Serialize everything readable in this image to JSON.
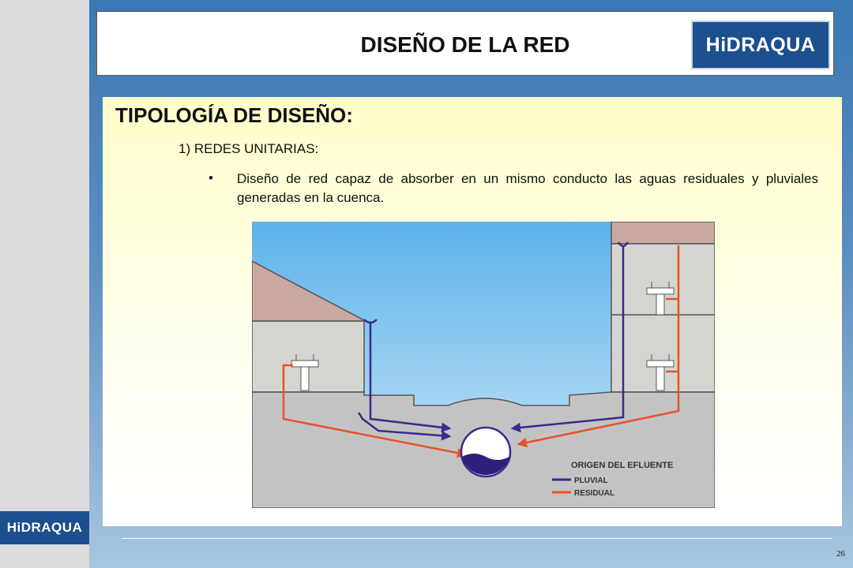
{
  "title": "DISEÑO DE LA RED",
  "logo_text": "HiDRAQUA",
  "content": {
    "heading": "TIPOLOGÍA DE DISEÑO:",
    "subheading": "1) REDES UNITARIAS:",
    "bullet_symbol": "•",
    "bullet_text": "Diseño de red capaz de absorber en un mismo conducto las aguas residuales y pluviales generadas en la cuenca."
  },
  "diagram": {
    "legend_title": "ORIGEN DEL EFLUENTE",
    "legend_pluvial": "PLUVIAL",
    "legend_residual": "RESIDUAL",
    "colors": {
      "pluvial": "#3a2a8c",
      "residual": "#e8502a",
      "ground": "#c3c3c3",
      "sky": "#79c3f0",
      "roof": "#c9a8a0"
    }
  },
  "page_number": "26",
  "colors": {
    "brand_blue": "#1c4f8e"
  }
}
